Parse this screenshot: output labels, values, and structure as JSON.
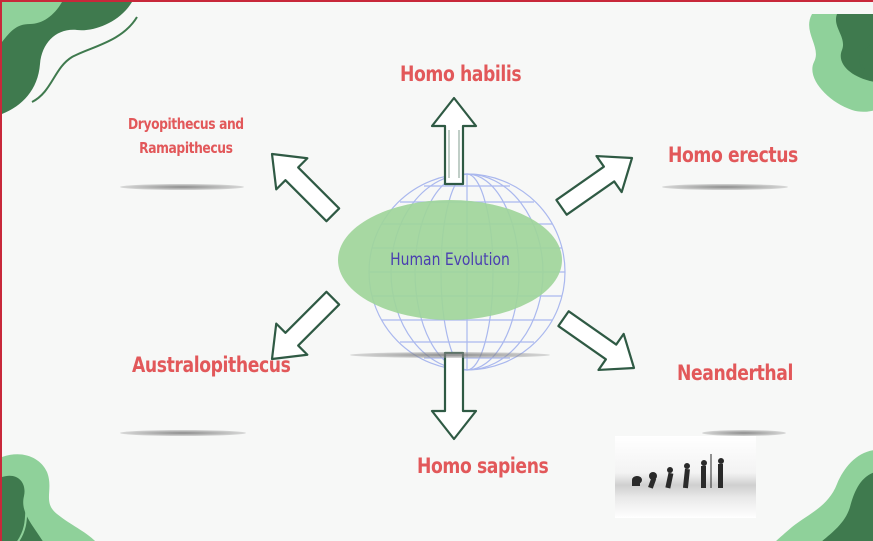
{
  "center": {
    "title": "Human Evolution"
  },
  "labels": {
    "homo_habilis": "Homo habilis",
    "dryopithecus_line1": "Dryopithecus and",
    "dryopithecus_line2": "Ramapithecus",
    "homo_erectus": "Homo erectus",
    "australopithecus": "Australopithecus",
    "neanderthal": "Neanderthal",
    "homo_sapiens": "Homo sapiens"
  },
  "colors": {
    "label": "#e2585a",
    "center_fill": "#9fd59a",
    "center_text": "#4a3fb0",
    "globe_lines": "#aab8ee",
    "arrow_stroke": "#2f5a44",
    "leaf_dark": "#3f7a4e",
    "leaf_light": "#8fd19a",
    "frame": "#c8283a"
  },
  "decorations": [
    "leaf-top-left",
    "leaf-top-right",
    "leaf-bottom-left",
    "leaf-bottom-right",
    "globe",
    "evolution-silhouettes-photo"
  ]
}
